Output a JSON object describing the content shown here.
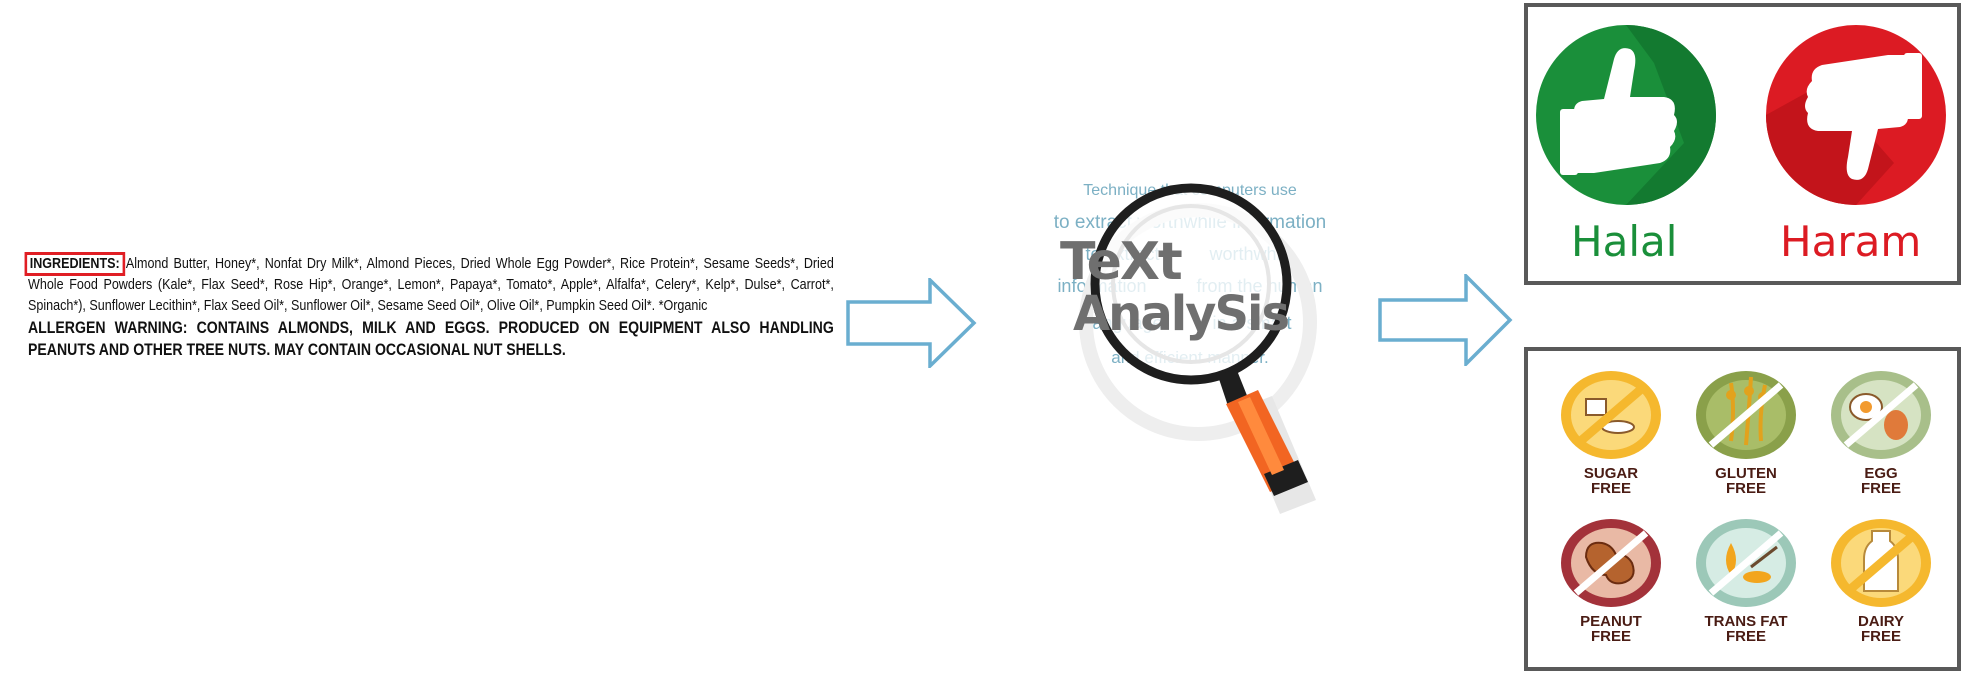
{
  "ingredients_label": {
    "heading": "INGREDIENTS:",
    "text": "Almond Butter, Honey*, Nonfat Dry Milk*, Almond Pieces, Dried Whole Egg Powder*, Rice Protein*, Sesame Seeds*, Dried Whole Food Powders (Kale*, Flax Seed*, Rose Hip*, Orange*, Lemon*, Papaya*, Tomato*, Apple*, Alfalfa*, Celery*, Kelp*, Dulse*, Carrot*, Spinach*), Sunflower Lecithin*, Flax Seed Oil*, Sunflower Oil*, Sesame Seed Oil*, Olive Oil*, Pumpkin Seed Oil*. *Organic",
    "allergen": "ALLERGEN WARNING: CONTAINS ALMONDS, MILK AND EGGS.  PRODUCED ON EQUIPMENT ALSO HANDLING PEANUTS AND OTHER TREE NUTS.  MAY CONTAIN OCCASIONAL NUT SHELLS.",
    "highlight_color": "#e01e24"
  },
  "text_analysis": {
    "lines": [
      "Technique that computers use",
      "to extract worthwhile information",
      "to extract          worthwhile",
      "information          from the human",
      "language          in a smart",
      "and efficient manner."
    ],
    "word_text": "TeXt",
    "word_analysis": "AnalySis",
    "handle_color": "#f26522",
    "text_color": "#7cb0c4"
  },
  "halal_panel": {
    "halal_label": "Halal",
    "haram_label": "Haram",
    "halal_color": "#1a8f3a",
    "haram_color": "#dc1b23"
  },
  "free_panel": {
    "items": [
      {
        "line1": "SUGAR",
        "line2": "FREE",
        "icon": "sugar-free-icon"
      },
      {
        "line1": "GLUTEN",
        "line2": "FREE",
        "icon": "gluten-free-icon"
      },
      {
        "line1": "EGG",
        "line2": "FREE",
        "icon": "egg-free-icon"
      },
      {
        "line1": "PEANUT",
        "line2": "FREE",
        "icon": "peanut-free-icon"
      },
      {
        "line1": "TRANS FAT",
        "line2": "FREE",
        "icon": "trans-fat-free-icon"
      },
      {
        "line1": "DAIRY",
        "line2": "FREE",
        "icon": "dairy-free-icon"
      }
    ]
  },
  "arrow_color": "#6aaed0"
}
